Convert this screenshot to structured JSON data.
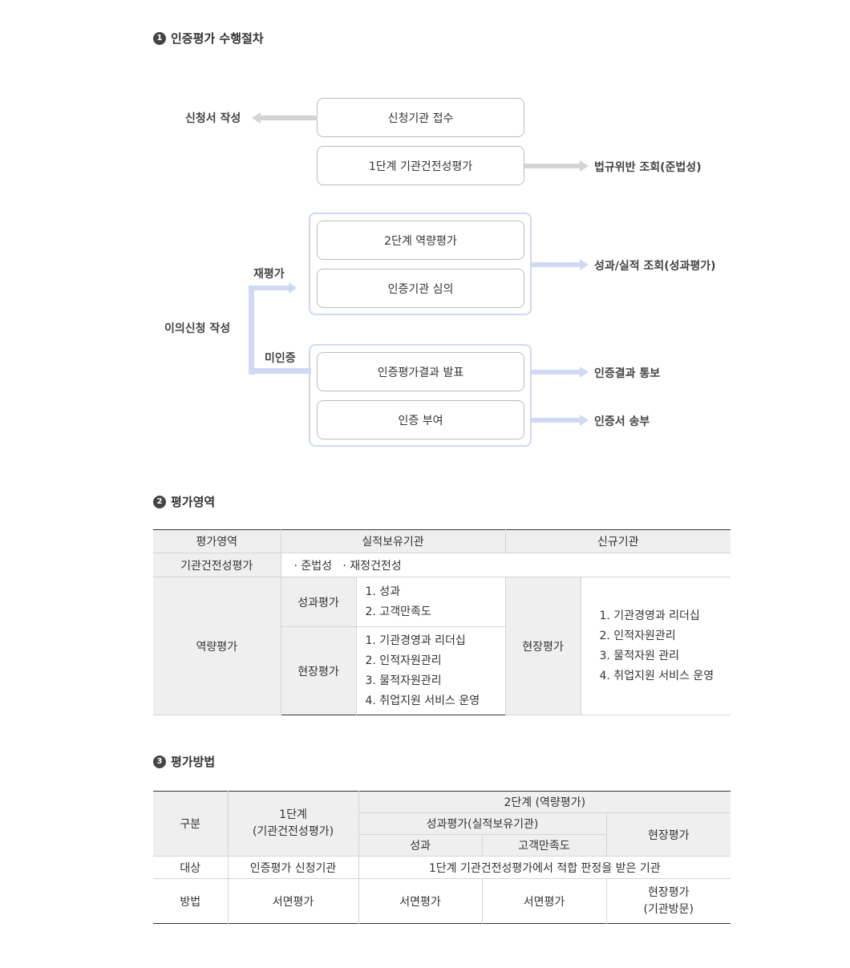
{
  "section1": {
    "number": "1",
    "title": "인증평가 수행절차",
    "flow": {
      "box_apply": "신청기관 접수",
      "box_stage1": "1단계 기관건전성평가",
      "box_stage2": "2단계 역량평가",
      "box_review": "인증기관 심의",
      "box_announce": "인증평가결과 발표",
      "box_grant": "인증 부여",
      "left_application": "신청서 작성",
      "right_law": "법규위반 조회(준법성)",
      "right_performance": "성과/실적 조회(성과평가)",
      "right_notify": "인증결과 통보",
      "right_send": "인증서 송부",
      "left_objection": "이의신청 작성",
      "reeval": "재평가",
      "noncert": "미인증"
    }
  },
  "section2": {
    "number": "2",
    "title": "평가영역",
    "table": {
      "h_area": "평가영역",
      "h_existing": "실적보유기관",
      "h_new": "신규기관",
      "r1_label": "기관건전성평가",
      "r1_items": [
        "· 준법성",
        "· 재정건전성"
      ],
      "r2_label": "역량평가",
      "perf_label": "성과평가",
      "perf_items": [
        "1. 성과",
        "2. 고객만족도"
      ],
      "site_label": "현장평가",
      "site_items": [
        "1. 기관경영과 리더십",
        "2. 인적자원관리",
        "3. 물적자원관리",
        "4. 취업지원 서비스 운영"
      ],
      "new_site_label": "현장평가",
      "new_site_items": [
        "1. 기관경영과 리더십",
        "2. 인적자원관리",
        "3. 물적자원 관리",
        "4. 취업지원 서비스 운영"
      ]
    }
  },
  "section3": {
    "number": "3",
    "title": "평가방법",
    "table": {
      "h_category": "구분",
      "h_stage1_l1": "1단계",
      "h_stage1_l2": "(기관건전성평가)",
      "h_stage2": "2단계 (역량평가)",
      "h_perf": "성과평가(실적보유기관)",
      "h_site": "현장평가",
      "h_result": "성과",
      "h_satisfaction": "고객만족도",
      "r_target": "대상",
      "r_target_stage1": "인증평가 신청기관",
      "r_target_stage2": "1단계 기관건전성평가에서 적합 판정을 받은 기관",
      "r_method": "방법",
      "m_stage1": "서면평가",
      "m_result": "서면평가",
      "m_satisfaction": "서면평가",
      "m_site_l1": "현장평가",
      "m_site_l2": "(기관방문)"
    }
  }
}
